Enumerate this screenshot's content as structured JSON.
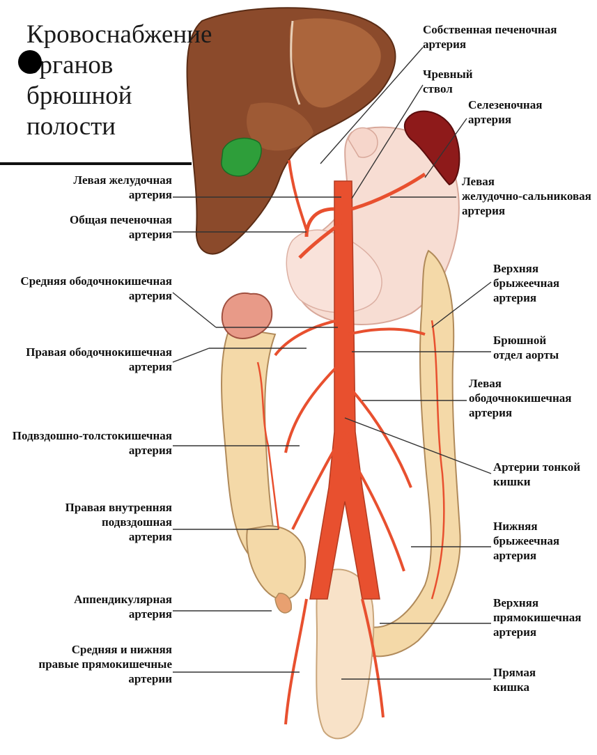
{
  "title": {
    "lines": [
      "Кровоснабжение",
      "органов",
      "брюшной",
      "полости"
    ]
  },
  "labels": {
    "own_hepatic": [
      "Собственная печеночная",
      "артерия"
    ],
    "celiac": [
      "Чревный",
      "ствол"
    ],
    "splenic": [
      "Селезеночная",
      "артерия"
    ],
    "left_gastric": [
      "Левая желудочная",
      "артерия"
    ],
    "left_gastroepiploic": [
      "Левая",
      "желудочно-сальниковая",
      "артерия"
    ],
    "common_hepatic": [
      "Общая печеночная",
      "артерия"
    ],
    "middle_colic": [
      "Средняя ободочнокишечная",
      "артерия"
    ],
    "superior_mesenteric": [
      "Верхняя",
      "брыжеечная",
      "артерия"
    ],
    "right_colic": [
      "Правая ободочнокишечная",
      "артерия"
    ],
    "abdominal_aorta": [
      "Брюшной",
      "отдел аорты"
    ],
    "left_colic": [
      "Левая",
      "ободочнокишечная",
      "артерия"
    ],
    "ileocolic": [
      "Подвздошно-толстокишечная",
      "артерия"
    ],
    "small_intestine": [
      "Артерии тонкой",
      "кишки"
    ],
    "right_internal_iliac": [
      "Правая внутренняя",
      "подвздошная",
      "артерия"
    ],
    "inferior_mesenteric": [
      "Нижняя",
      "брыжеечная",
      "артерия"
    ],
    "appendicular": [
      "Аппендикулярная",
      "артерия"
    ],
    "superior_rectal": [
      "Верхняя",
      "прямокишечная",
      "артерия"
    ],
    "middle_inferior_rectal": [
      "Средняя и нижняя",
      "правые прямокишечные",
      "артерии"
    ],
    "rectum": [
      "Прямая",
      "кишка"
    ]
  },
  "colors": {
    "liver": "#8b4a2b",
    "liver_light": "#b06a40",
    "gallbladder": "#2e9e3a",
    "stomach": "#f6d9cf",
    "spleen": "#8e1a1a",
    "artery": "#e8502f",
    "colon": "#f4d9a8",
    "colon_edge": "#b08a5a",
    "leader": "#333333"
  }
}
